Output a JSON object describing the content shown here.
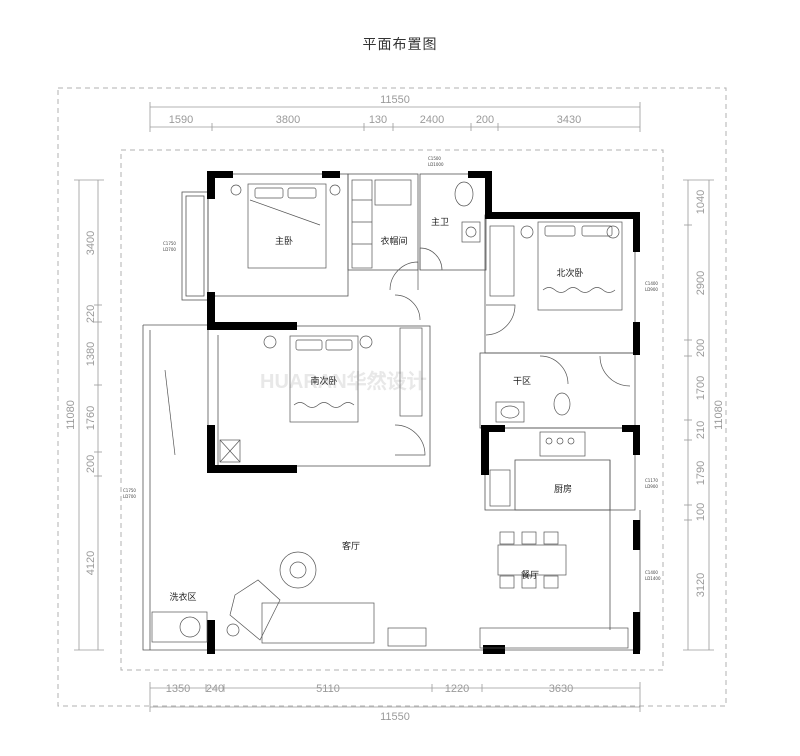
{
  "title": "平面布置图",
  "dims_top_total": "11550",
  "dims_top": [
    "1590",
    "3800",
    "130",
    "2400",
    "200",
    "3430"
  ],
  "dims_bottom_total": "11550",
  "dims_bottom": [
    "1350",
    "240",
    "5110",
    "1220",
    "3630"
  ],
  "dims_left_total": "11080",
  "dims_left": [
    "3400",
    "220",
    "1380",
    "1760",
    "200",
    "4120"
  ],
  "dims_right_total": "11080",
  "dims_right": [
    "1040",
    "2900",
    "200",
    "1700",
    "210",
    "1790",
    "100",
    "3120"
  ],
  "rooms": {
    "master_bedroom": "主卧",
    "closet": "衣帽间",
    "master_bath": "主卫",
    "north_bedroom": "北次卧",
    "south_bedroom": "南次卧",
    "dry_area": "干区",
    "kitchen": "厨房",
    "living_room": "客厅",
    "dining_room": "餐厅",
    "laundry": "洗衣区"
  },
  "windows": {
    "w1": [
      "C1500",
      "LD1000"
    ],
    "w2": [
      "C1750",
      "LD700"
    ],
    "w3": [
      "C1400",
      "LD900"
    ],
    "w4": [
      "C1750",
      "LD700"
    ],
    "w5": [
      "C1170",
      "LD900"
    ],
    "w6": [
      "C1400",
      "LD1400"
    ]
  },
  "watermark": "HUARAN华然设计"
}
